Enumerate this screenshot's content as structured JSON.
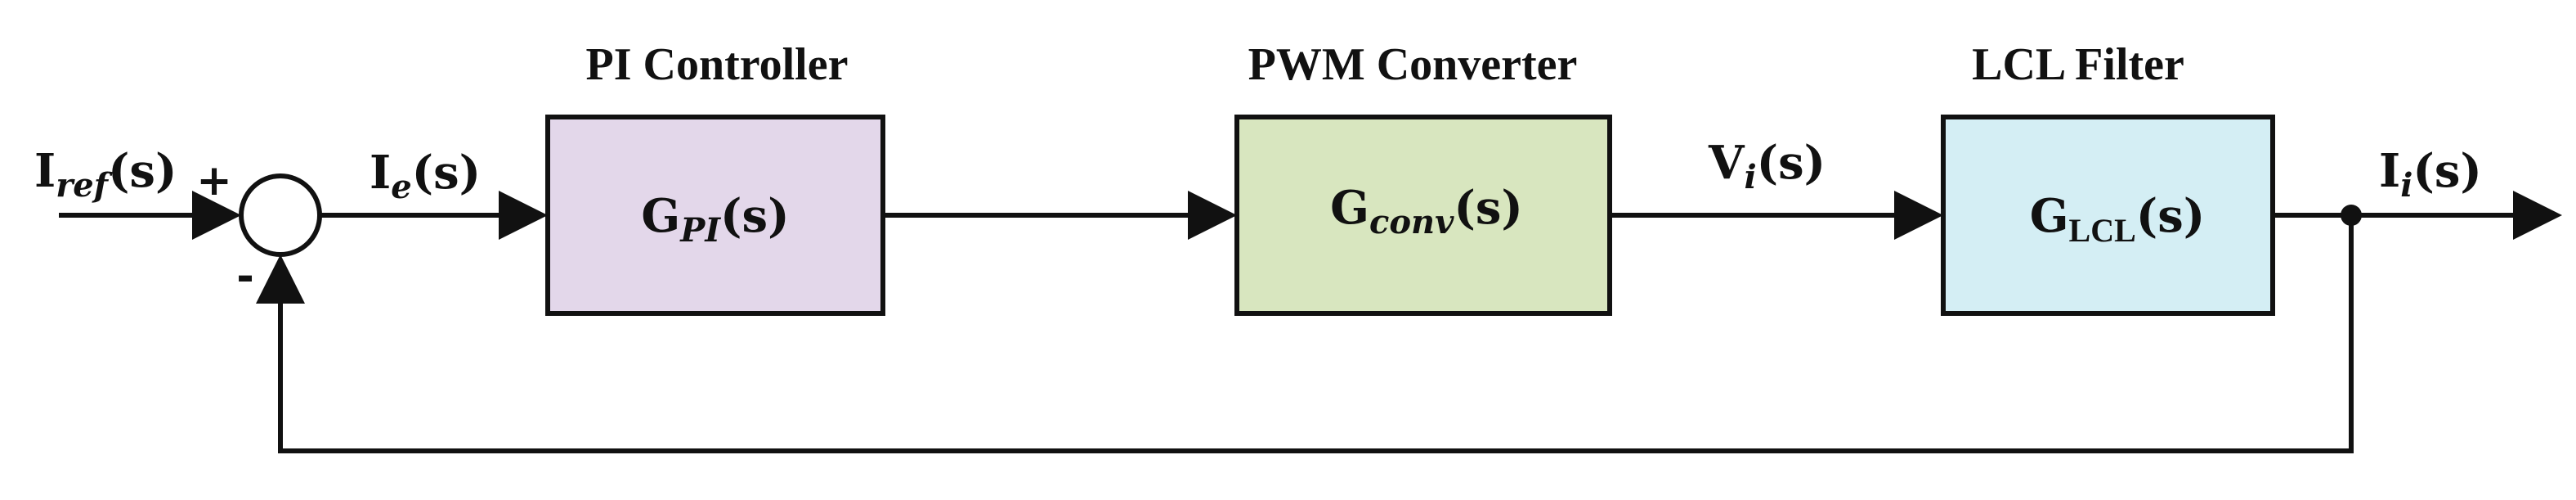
{
  "colors": {
    "stroke": "#111111",
    "pi_fill": "#e3d7ea",
    "conv_fill": "#d8e6bf",
    "lcl_fill": "#d4eef4"
  },
  "blocks": {
    "pi": {
      "title": "PI Controller",
      "tf_base": "G",
      "tf_sub": "PI",
      "tf_arg": "(s)"
    },
    "conv": {
      "title": "PWM Converter",
      "tf_base": "G",
      "tf_sub": "conv",
      "tf_arg": "(s)"
    },
    "lcl": {
      "title": "LCL Filter",
      "tf_base": "G",
      "tf_sub": "LCL",
      "tf_arg": "(s)"
    }
  },
  "signals": {
    "iref": {
      "base": "I",
      "sub": "ref",
      "arg": "(s)"
    },
    "ie": {
      "base": "I",
      "sub": "e",
      "arg": "(s)"
    },
    "vi": {
      "base": "V",
      "sub": "i",
      "arg": "(s)"
    },
    "ii": {
      "base": "I",
      "sub": "i",
      "arg": "(s)"
    }
  },
  "summing": {
    "plus": "+",
    "minus": "-"
  }
}
